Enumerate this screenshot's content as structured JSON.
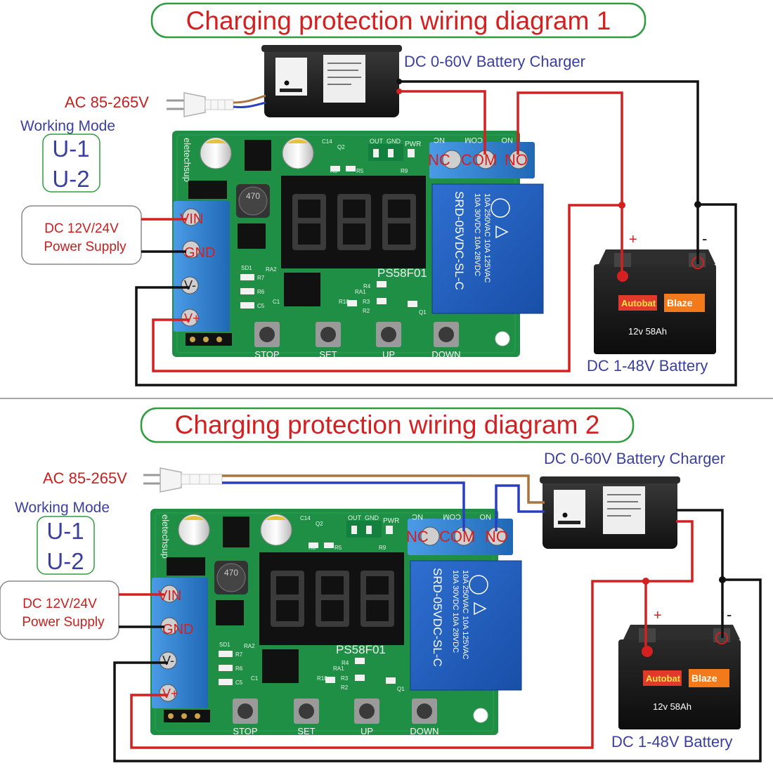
{
  "diagrams": [
    {
      "title": "Charging protection wiring diagram 1",
      "charger_label": "DC 0-60V Battery Charger",
      "ac_label": "AC 85-265V",
      "mode_caption": "Working Mode",
      "modes": [
        "U-1",
        "U-2"
      ],
      "supply_label": [
        "DC 12V/24V",
        "Power Supply"
      ],
      "battery_label": "DC 1-48V Battery",
      "plus": "+",
      "minus": "-"
    },
    {
      "title": "Charging protection wiring diagram 2",
      "charger_label": "DC 0-60V Battery Charger",
      "ac_label": "AC 85-265V",
      "mode_caption": "Working Mode",
      "modes": [
        "U-1",
        "U-2"
      ],
      "supply_label": [
        "DC 12V/24V",
        "Power Supply"
      ],
      "battery_label": "DC 1-48V Battery",
      "plus": "+",
      "minus": "-"
    }
  ],
  "board": {
    "silk_brand": "eletechsup",
    "model": "PS58F01",
    "terminals": [
      "VIN",
      "GND",
      "V-",
      "V+"
    ],
    "relay_pins": [
      "NC",
      "COM",
      "NO"
    ],
    "relay_pins_silk": [
      "NC",
      "COM",
      "NO"
    ],
    "relay_text": [
      "10A 250VAC 10A 125VAC",
      "10A 30VDC 10A 28VDC",
      "SRD-05VDC-SL-C"
    ],
    "buttons": [
      "STOP",
      "SET",
      "UP",
      "DOWN"
    ],
    "leds": [
      "OUT",
      "GND",
      "PWR"
    ],
    "inductor": "470",
    "components": [
      "C14",
      "Q2",
      "R8",
      "R5",
      "R9",
      "SD1",
      "RA2",
      "R7",
      "R6",
      "C5",
      "C1",
      "R4",
      "RA1",
      "R10",
      "R3",
      "R2",
      "Q1"
    ]
  },
  "battery": {
    "brand": "Autobat",
    "badge": "Blaze",
    "spec": "12v 58Ah"
  },
  "colors": {
    "wire_red": "#d42020",
    "wire_black": "#111111",
    "wire_blue": "#2a3fbf",
    "wire_brown": "#a9743f",
    "title_text": "#d42020",
    "title_border": "#2e9d3e",
    "label_blue": "#3a3fa0",
    "label_red": "#c8201e",
    "pcb_green": "#1f8f45",
    "terminal_blue": "#2b7fd0",
    "relay_blue": "#1f55b8"
  }
}
